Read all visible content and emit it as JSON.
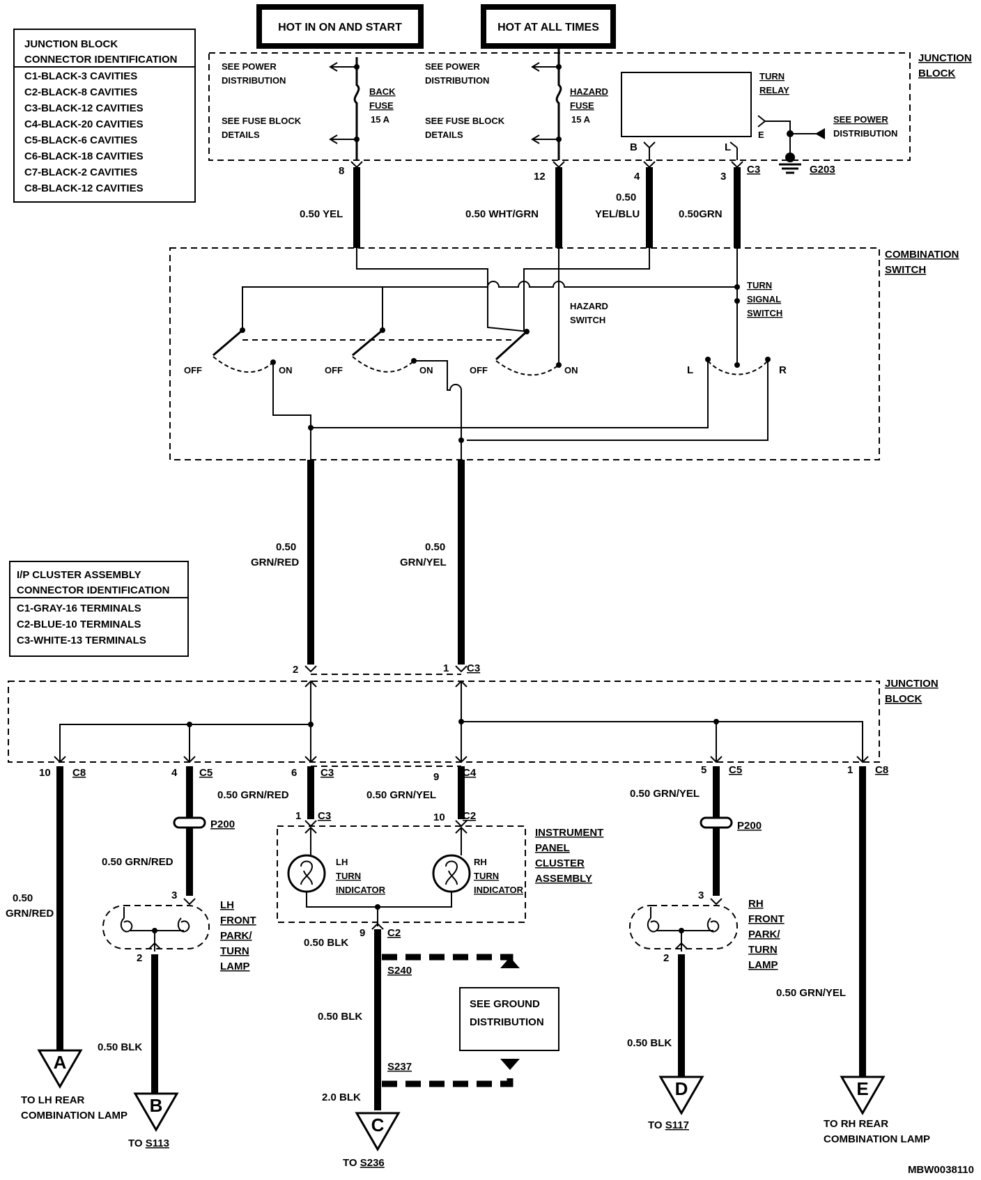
{
  "header": {
    "hot_on_start": "HOT IN ON AND START",
    "hot_all_times": "HOT AT ALL TIMES"
  },
  "jb_connector_table": {
    "title1": "JUNCTION BLOCK",
    "title2": "CONNECTOR IDENTIFICATION",
    "rows": [
      "C1-BLACK-3 CAVITIES",
      "C2-BLACK-8 CAVITIES",
      "C3-BLACK-12 CAVITIES",
      "C4-BLACK-20 CAVITIES",
      "C5-BLACK-6 CAVITIES",
      "C6-BLACK-18 CAVITIES",
      "C7-BLACK-2 CAVITIES",
      "C8-BLACK-12 CAVITIES"
    ]
  },
  "ip_connector_table": {
    "title1": "I/P CLUSTER ASSEMBLY",
    "title2": "CONNECTOR IDENTIFICATION",
    "rows": [
      "C1-GRAY-16 TERMINALS",
      "C2-BLUE-10 TERMINALS",
      "C3-WHITE-13 TERMINALS"
    ]
  },
  "junction_block_top": {
    "label1": "JUNCTION",
    "label2": "BLOCK",
    "see_power_1": "SEE POWER",
    "distribution": "DISTRIBUTION",
    "see_fuse_1": "SEE FUSE BLOCK",
    "details": "DETAILS",
    "back_fuse_1": "BACK",
    "back_fuse_2": "FUSE",
    "back_fuse_rating": "15 A",
    "hazard_fuse_1": "HAZARD",
    "hazard_fuse_2": "FUSE",
    "hazard_fuse_rating": "15 A",
    "turn_relay_1": "TURN",
    "turn_relay_2": "RELAY",
    "relay_b": "B",
    "relay_l": "L",
    "relay_e": "E",
    "ground": "G203",
    "connector": "C3",
    "pins": [
      "8",
      "12",
      "4",
      "3"
    ]
  },
  "wires_top": [
    "0.50 YEL",
    "0.50 WHT/GRN",
    "0.50",
    "YEL/BLU",
    "0.50GRN"
  ],
  "combination_switch": {
    "label1": "COMBINATION",
    "label2": "SWITCH",
    "turn_signal_1": "TURN",
    "turn_signal_2": "SIGNAL",
    "turn_signal_3": "SWITCH",
    "hazard_1": "HAZARD",
    "hazard_2": "SWITCH",
    "off": "OFF",
    "on": "ON",
    "left": "L",
    "right": "R"
  },
  "wires_mid": {
    "a_gauge": "0.50",
    "a_color": "GRN/RED",
    "b_gauge": "0.50",
    "b_color": "GRN/YEL"
  },
  "junction_block_bottom": {
    "label1": "JUNCTION",
    "label2": "BLOCK",
    "top_pin_left": "2",
    "top_pin_right": "1",
    "top_conn": "C3",
    "pins": [
      {
        "pin": "10",
        "conn": "C8"
      },
      {
        "pin": "4",
        "conn": "C5"
      },
      {
        "pin": "6",
        "conn": "C3"
      },
      {
        "pin": "9",
        "conn": "C4"
      },
      {
        "pin": "5",
        "conn": "C5"
      },
      {
        "pin": "1",
        "conn": "C8"
      }
    ]
  },
  "wires_bottom": {
    "w6": "0.50 GRN/RED",
    "w9": "0.50 GRN/YEL",
    "w5": "0.50 GRN/YEL",
    "w4_lower": "0.50 GRN/RED",
    "w10_gauge": "0.50",
    "w10_color": "GRN/RED",
    "w1_right": "0.50 GRN/YEL",
    "blk_cluster": "0.50 BLK",
    "blk_s240": "0.50 BLK",
    "blk_s237": "2.0 BLK",
    "blk_lh": "0.50 BLK",
    "blk_rh": "0.50 BLK"
  },
  "cluster": {
    "label1": "INSTRUMENT",
    "label2": "PANEL",
    "label3": "CLUSTER",
    "label4": "ASSEMBLY",
    "c3_pin": "1",
    "c3": "C3",
    "c2_pin": "10",
    "c2": "C2",
    "lh_1": "LH",
    "lh_2": "TURN",
    "lh_3": "INDICATOR",
    "rh_1": "RH",
    "rh_2": "TURN",
    "rh_3": "INDICATOR",
    "gnd_pin": "9",
    "gnd_conn": "C2"
  },
  "lamps": {
    "lh": {
      "l1": "LH",
      "l2": "FRONT",
      "l3": "PARK/",
      "l4": "TURN",
      "l5": "LAMP",
      "pin_top": "3",
      "pin_bot": "2"
    },
    "rh": {
      "l1": "RH",
      "l2": "FRONT",
      "l3": "PARK/",
      "l4": "TURN",
      "l5": "LAMP",
      "pin_top": "3",
      "pin_bot": "2"
    },
    "p200": "P200"
  },
  "splices": {
    "s240": "S240",
    "s237": "S237"
  },
  "ground_dist": {
    "l1": "SEE GROUND",
    "l2": "DISTRIBUTION"
  },
  "terminals": {
    "a": "A",
    "a_to1": "TO LH REAR",
    "a_to2": "COMBINATION LAMP",
    "b": "B",
    "b_to": "TO ",
    "b_ref": "S113",
    "c": "C",
    "c_to": "TO ",
    "c_ref": "S236",
    "d": "D",
    "d_to": "TO ",
    "d_ref": "S117",
    "e": "E",
    "e_to1": "TO RH REAR",
    "e_to2": "COMBINATION LAMP"
  },
  "footer": {
    "code": "MBW0038110"
  }
}
